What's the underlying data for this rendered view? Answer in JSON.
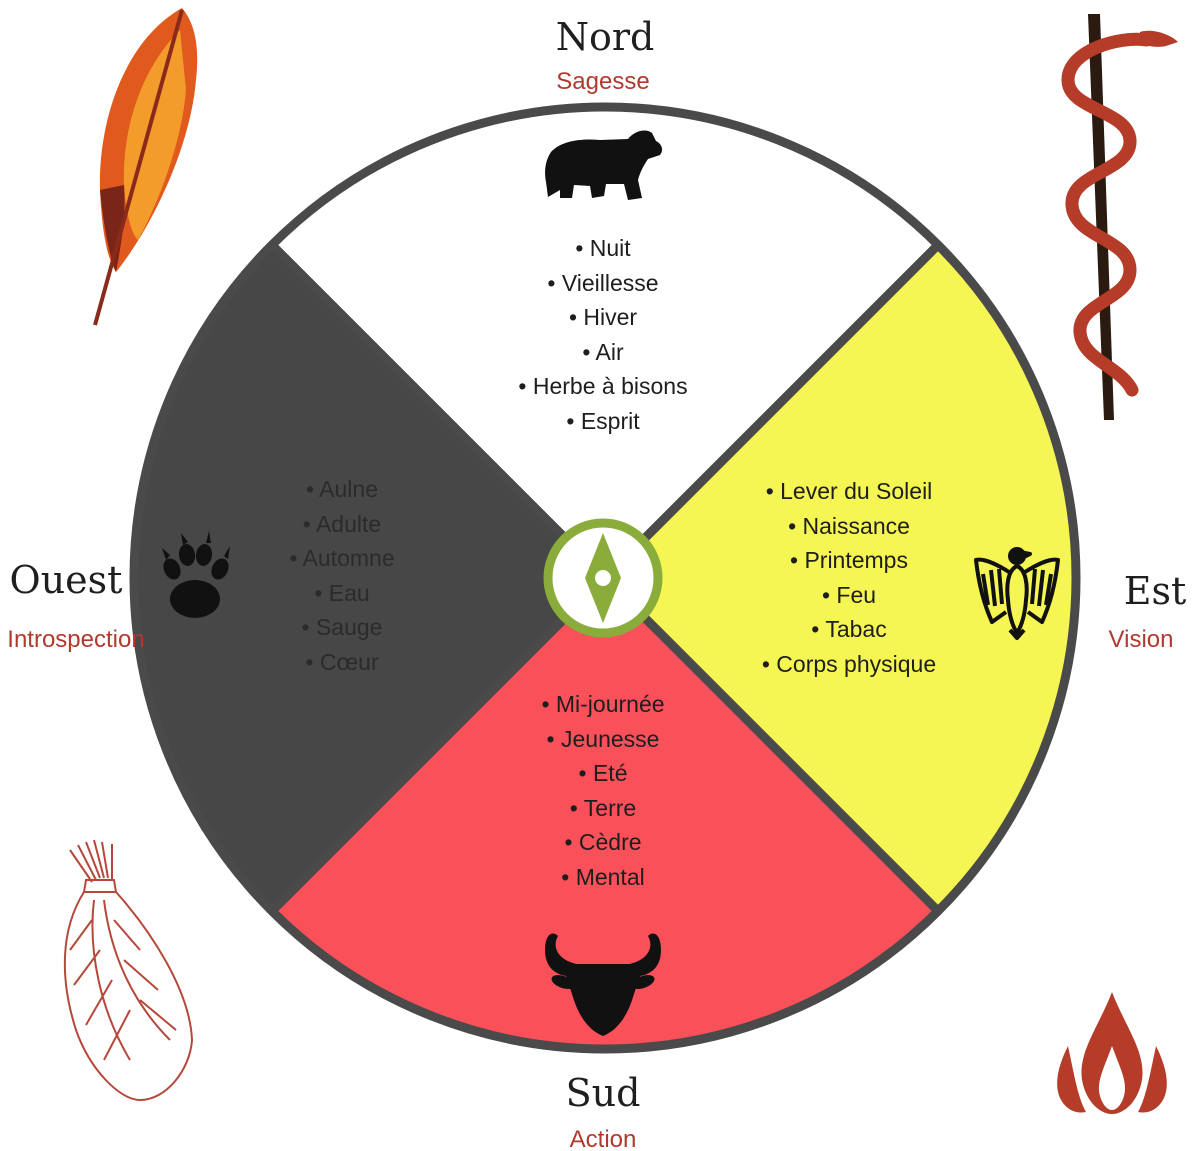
{
  "colors": {
    "north": "#ffffff",
    "east": "#f5f553",
    "south": "#f9505a",
    "west": "#474747",
    "rim": "#4a4a4a",
    "subtitle": "#b03a2e",
    "compass": "#8aac3a",
    "text_light": "#1e1e1e",
    "text_west": "#2b2b2b",
    "decor_red": "#b43c28"
  },
  "directions": {
    "north": {
      "name": "Nord",
      "quality": "Sagesse",
      "animal_icon": "bear-icon",
      "items": [
        "• Nuit",
        "• Vieillesse",
        "• Hiver",
        "• Air",
        "• Herbe à bisons",
        "• Esprit"
      ]
    },
    "east": {
      "name": "Est",
      "quality": "Vision",
      "animal_icon": "eagle-icon",
      "items": [
        "• Lever du Soleil",
        "• Naissance",
        "• Printemps",
        "• Feu",
        "• Tabac",
        "• Corps physique"
      ]
    },
    "south": {
      "name": "Sud",
      "quality": "Action",
      "animal_icon": "bull-icon",
      "items": [
        "• Mi-journée",
        "• Jeunesse",
        "• Eté",
        "• Terre",
        "• Cèdre",
        "• Mental"
      ]
    },
    "west": {
      "name": "Ouest",
      "quality": "Introspection",
      "animal_icon": "paw-print-icon",
      "items": [
        "• Aulne",
        "• Adulte",
        "• Automne",
        "• Eau",
        "• Sauge",
        "• Cœur"
      ]
    }
  },
  "decorations": {
    "top_left": "feather-icon",
    "top_right": "snake-staff-icon",
    "bottom_left": "sage-bundle-icon",
    "bottom_right": "flame-icon",
    "center": "compass-icon"
  }
}
